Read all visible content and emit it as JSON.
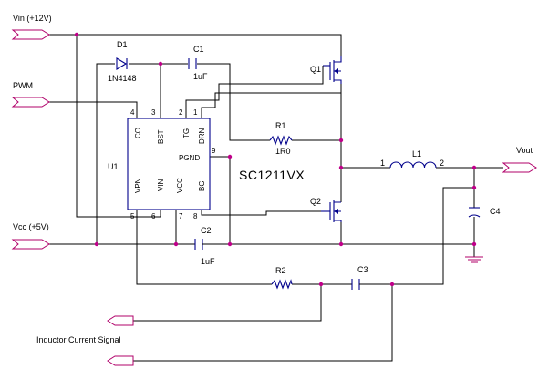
{
  "ports": {
    "vin": "Vin (+12V)",
    "pwm": "PWM",
    "vcc": "Vcc (+5V)",
    "vout": "Vout",
    "isense": "Inductor Current Signal"
  },
  "ic": {
    "ref": "U1",
    "part": "SC1211VX",
    "pins_top": [
      {
        "num": "4",
        "name": "CO"
      },
      {
        "num": "3",
        "name": "BST"
      },
      {
        "num": "2",
        "name": "TG"
      },
      {
        "num": "1",
        "name": "DRN"
      }
    ],
    "pins_bottom": [
      {
        "num": "5",
        "name": "VPN"
      },
      {
        "num": "6",
        "name": "VIN"
      },
      {
        "num": "7",
        "name": "VCC"
      },
      {
        "num": "8",
        "name": "BG"
      }
    ],
    "pin_right": {
      "num": "9",
      "name": "PGND"
    }
  },
  "components": {
    "d1": {
      "ref": "D1",
      "value": "1N4148"
    },
    "c1": {
      "ref": "C1",
      "value": "1uF"
    },
    "c2": {
      "ref": "C2",
      "value": "1uF"
    },
    "c3": {
      "ref": "C3",
      "value": ""
    },
    "c4": {
      "ref": "C4",
      "value": ""
    },
    "r1": {
      "ref": "R1",
      "value": "1R0"
    },
    "r2": {
      "ref": "R2",
      "value": ""
    },
    "l1": {
      "ref": "L1",
      "pin1": "1",
      "pin2": "2"
    },
    "q1": {
      "ref": "Q1"
    },
    "q2": {
      "ref": "Q2"
    }
  },
  "colors": {
    "wire": "#000000",
    "component": "#00008b",
    "port": "#b0006a",
    "junction": "#c0008a"
  }
}
